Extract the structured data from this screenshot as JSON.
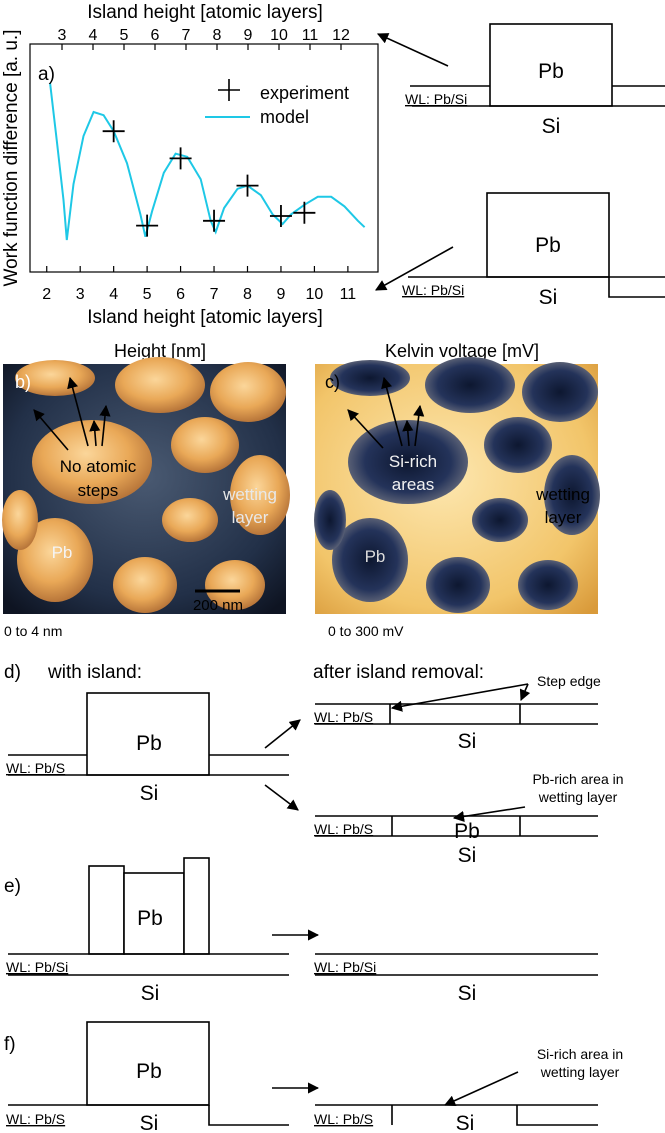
{
  "panel_a": {
    "label": "a)",
    "ylabel": "Work function difference [a. u.]",
    "top_xlabel": "Island height [atomic layers]",
    "bottom_xlabel": "Island height [atomic layers]",
    "legend_experiment": "experiment",
    "legend_model": "model",
    "model_color": "#1ec8e6"
  },
  "chart_data": {
    "type": "line",
    "xlabel": "Island height [atomic layers]",
    "x2label": "Island height [atomic layers]",
    "ylabel": "Work function difference [a. u.]",
    "xlim": [
      1.5,
      11.9
    ],
    "x_ticks": [
      "2",
      "3",
      "4",
      "5",
      "6",
      "7",
      "8",
      "9",
      "10",
      "11"
    ],
    "x2_ticks": [
      "3",
      "4",
      "5",
      "6",
      "7",
      "8",
      "9",
      "10",
      "11",
      "12"
    ],
    "ylim": [
      0,
      1
    ],
    "grid": false,
    "legend": "top-right",
    "series": [
      {
        "name": "model",
        "color": "#1ec8e6",
        "points": [
          [
            2.1,
            0.98
          ],
          [
            2.3,
            0.62
          ],
          [
            2.5,
            0.25
          ],
          [
            2.6,
            0.0
          ],
          [
            2.8,
            0.35
          ],
          [
            3.1,
            0.65
          ],
          [
            3.4,
            0.8
          ],
          [
            3.7,
            0.78
          ],
          [
            4.0,
            0.68
          ],
          [
            4.4,
            0.48
          ],
          [
            4.8,
            0.16
          ],
          [
            4.95,
            0.02
          ],
          [
            5.15,
            0.18
          ],
          [
            5.5,
            0.42
          ],
          [
            5.85,
            0.54
          ],
          [
            6.2,
            0.52
          ],
          [
            6.6,
            0.38
          ],
          [
            6.9,
            0.12
          ],
          [
            7.05,
            0.05
          ],
          [
            7.3,
            0.2
          ],
          [
            7.7,
            0.32
          ],
          [
            8.0,
            0.34
          ],
          [
            8.4,
            0.28
          ],
          [
            8.75,
            0.16
          ],
          [
            9.05,
            0.1
          ],
          [
            9.3,
            0.16
          ],
          [
            9.7,
            0.22
          ],
          [
            10.1,
            0.27
          ],
          [
            10.5,
            0.27
          ],
          [
            10.9,
            0.21
          ],
          [
            11.3,
            0.12
          ],
          [
            11.5,
            0.08
          ]
        ]
      },
      {
        "name": "experiment",
        "marker": "+",
        "points": [
          [
            4.0,
            0.68
          ],
          [
            5.0,
            0.09
          ],
          [
            6.0,
            0.51
          ],
          [
            7.0,
            0.12
          ],
          [
            8.0,
            0.34
          ],
          [
            9.0,
            0.15
          ],
          [
            9.7,
            0.17
          ]
        ]
      }
    ]
  },
  "diag_a1": {
    "metal": "Pb",
    "wl": "WL: Pb/Si",
    "sub": "Si"
  },
  "diag_a2": {
    "metal": "Pb",
    "wl": "WL: Pb/Si",
    "sub": "Si"
  },
  "panel_b": {
    "label": "b)",
    "title": "Height [nm]",
    "annotation": "No atomic steps",
    "pb": "Pb",
    "wetting": "wetting layer",
    "scalebar": "200 nm",
    "range": "0 to 4 nm"
  },
  "panel_c": {
    "label": "c)",
    "title": "Kelvin voltage [mV]",
    "annotation": "Si-rich areas",
    "pb": "Pb",
    "wetting": "wetting layer",
    "range": "0 to 300 mV"
  },
  "panel_d": {
    "label": "d)",
    "title_left": "with island:",
    "title_right": "after island removal:",
    "metal": "Pb",
    "wl_left": "WL: Pb/S",
    "sub_left": "Si",
    "step_edge": "Step edge",
    "wl_r1": "WL: Pb/S",
    "sub_r1": "Si",
    "pb_rich": "Pb-rich area in wetting layer",
    "wl_r2": "WL: Pb/S",
    "metal_r2": "Pb",
    "sub_r2": "Si"
  },
  "panel_e": {
    "label": "e)",
    "metal": "Pb",
    "wl_left": "WL: Pb/Si",
    "sub_left": "Si",
    "wl_right": "WL: Pb/Si",
    "sub_right": "Si"
  },
  "panel_f": {
    "label": "f)",
    "metal": "Pb",
    "wl_left": "WL: Pb/S",
    "sub_left": "Si",
    "si_rich": "Si-rich area in wetting layer",
    "wl_right": "WL: Pb/S",
    "sub_right": "Si"
  }
}
